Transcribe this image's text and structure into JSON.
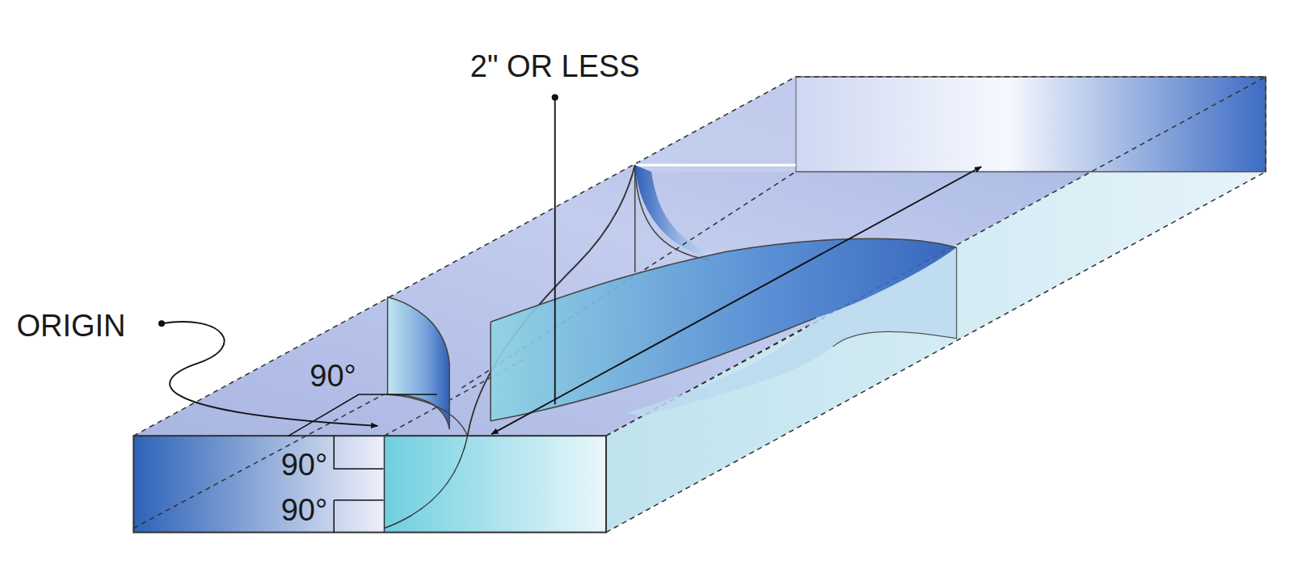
{
  "diagram": {
    "labels": [
      "2\" OR LESS",
      "ORIGIN",
      "90°",
      "90°",
      "90°"
    ]
  }
}
